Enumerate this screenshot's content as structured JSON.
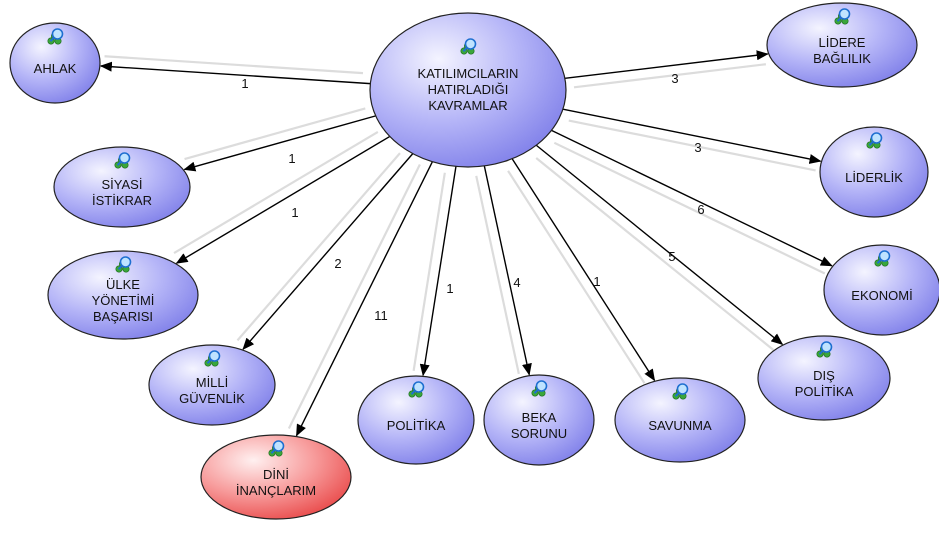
{
  "colors": {
    "node_default": "#8f8ff0",
    "node_highlight": "#f05a5a",
    "node_stroke": "#222222",
    "edge": "#000000"
  },
  "icon": "network-search-icon",
  "center": {
    "id": "center",
    "lines": [
      "KATILIMCILARIN",
      "HATIRLADIĞI",
      "KAVRAMLAR"
    ]
  },
  "nodes": [
    {
      "id": "ahlak",
      "lines": [
        "AHLAK"
      ],
      "weight": "1",
      "highlight": false
    },
    {
      "id": "siyasi-istikrar",
      "lines": [
        "SİYASİ",
        "İSTİKRAR"
      ],
      "weight": "1",
      "highlight": false
    },
    {
      "id": "ulke-yonetimi-basarisi",
      "lines": [
        "ÜLKE",
        "YÖNETİMİ",
        "BAŞARISI"
      ],
      "weight": "1",
      "highlight": false
    },
    {
      "id": "milli-guvenlik",
      "lines": [
        "MİLLİ",
        "GÜVENLİK"
      ],
      "weight": "2",
      "highlight": false
    },
    {
      "id": "dini-inanclarim",
      "lines": [
        "DİNİ",
        "İNANÇLARIM"
      ],
      "weight": "11",
      "highlight": true
    },
    {
      "id": "politika",
      "lines": [
        "POLİTİKA"
      ],
      "weight": "1",
      "highlight": false
    },
    {
      "id": "beka-sorunu",
      "lines": [
        "BEKA",
        "SORUNU"
      ],
      "weight": "4",
      "highlight": false
    },
    {
      "id": "savunma",
      "lines": [
        "SAVUNMA"
      ],
      "weight": "1",
      "highlight": false
    },
    {
      "id": "dis-politika",
      "lines": [
        "DIŞ",
        "POLİTİKA"
      ],
      "weight": "5",
      "highlight": false
    },
    {
      "id": "ekonomi",
      "lines": [
        "EKONOMİ"
      ],
      "weight": "6",
      "highlight": false
    },
    {
      "id": "liderlik",
      "lines": [
        "LİDERLİK"
      ],
      "weight": "3",
      "highlight": false
    },
    {
      "id": "lidere-baglilik",
      "lines": [
        "LİDERE",
        "BAĞLILIK"
      ],
      "weight": "3",
      "highlight": false
    }
  ]
}
